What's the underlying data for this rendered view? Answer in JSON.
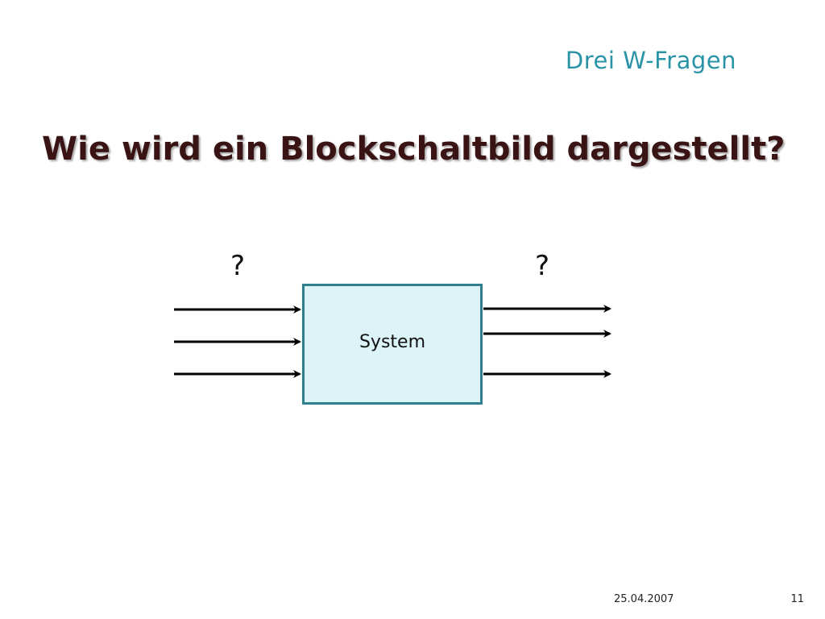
{
  "slide": {
    "section_title": "Drei W-Fragen",
    "title": "Wie wird ein Blockschaltbild dargestellt?",
    "footer_date": "25.04.2007",
    "page_number": "11"
  },
  "diagram": {
    "block_label": "System",
    "input_question": "?",
    "output_question": "?",
    "input_arrow_count": 3,
    "output_arrow_count": 3
  },
  "colors": {
    "section_title": "#2a93a8",
    "title": "#3a1414",
    "block_fill": "#dcf3f8",
    "block_border": "#2f7f8f",
    "arrows": "#000000"
  }
}
